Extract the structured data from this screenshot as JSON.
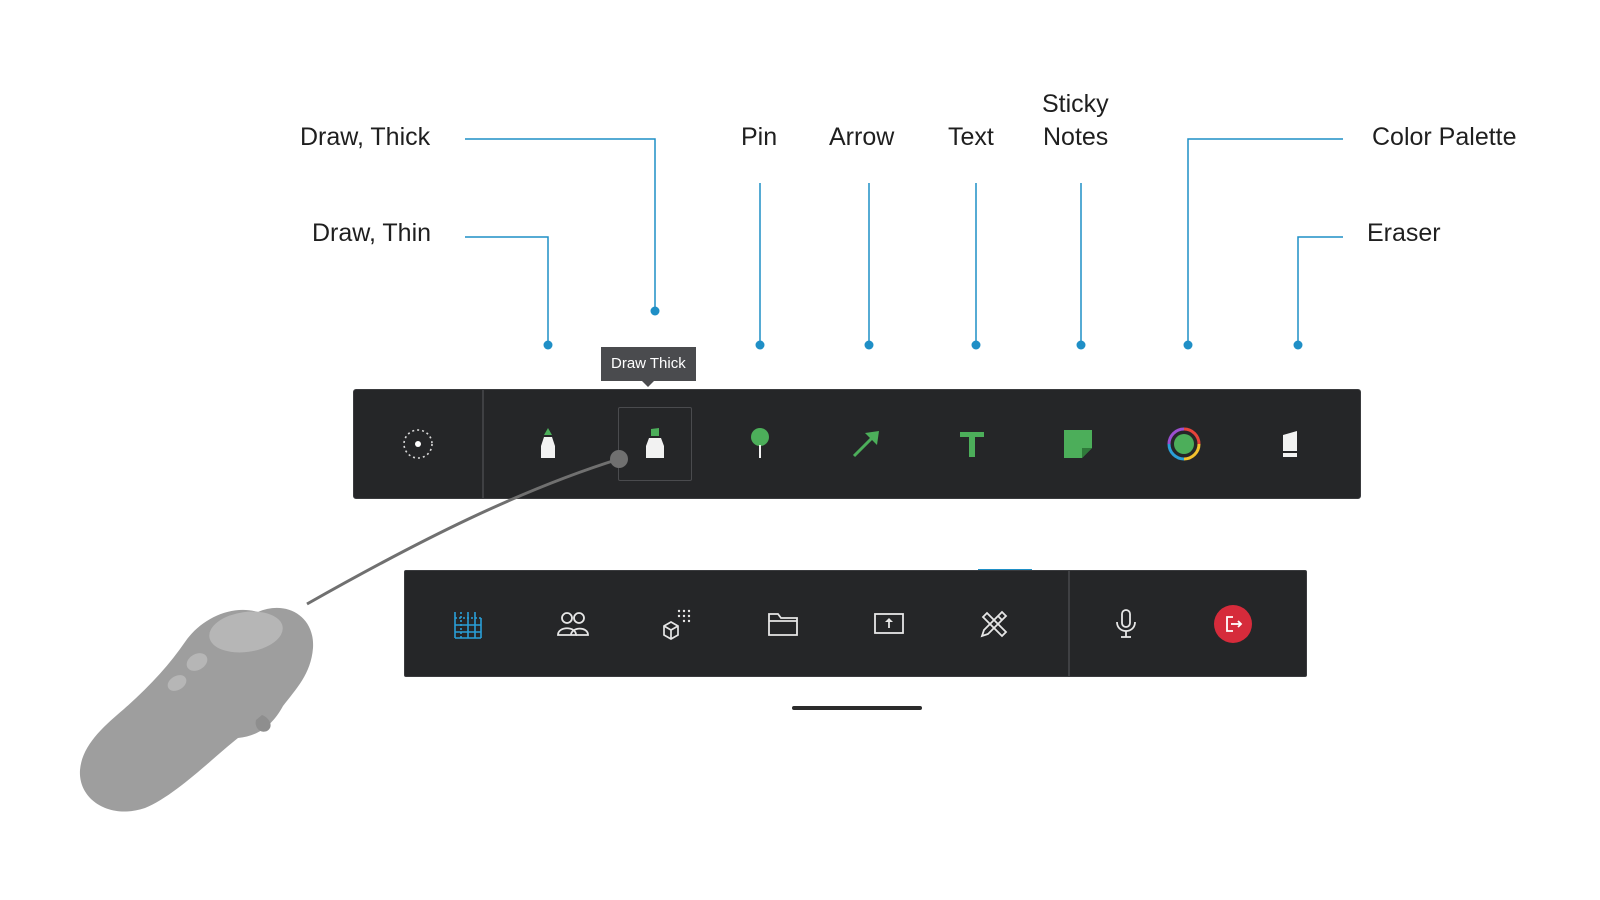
{
  "callouts": {
    "draw_thick": "Draw, Thick",
    "draw_thin": "Draw, Thin",
    "pin": "Pin",
    "arrow": "Arrow",
    "text": "Text",
    "sticky_notes_line1": "Sticky",
    "sticky_notes_line2": "Notes",
    "color_palette": "Color Palette",
    "eraser": "Eraser"
  },
  "tooltip": {
    "label": "Draw Thick"
  },
  "annotation_toolbar": {
    "tools": [
      {
        "name": "pointer",
        "icon": "dotted-circle-icon"
      },
      {
        "name": "draw-thin",
        "icon": "marker-thin-icon"
      },
      {
        "name": "draw-thick",
        "icon": "marker-thick-icon",
        "selected": true
      },
      {
        "name": "pin",
        "icon": "pin-icon"
      },
      {
        "name": "arrow",
        "icon": "arrow-icon"
      },
      {
        "name": "text",
        "icon": "text-t-icon"
      },
      {
        "name": "sticky-notes",
        "icon": "sticky-note-icon"
      },
      {
        "name": "color-palette",
        "icon": "color-ring-icon"
      },
      {
        "name": "eraser",
        "icon": "eraser-icon"
      }
    ]
  },
  "main_toolbar": {
    "tools": [
      {
        "name": "grid",
        "icon": "grid-icon",
        "active_color": true
      },
      {
        "name": "people",
        "icon": "people-icon"
      },
      {
        "name": "3d-object",
        "icon": "cube-icon"
      },
      {
        "name": "files",
        "icon": "folder-icon"
      },
      {
        "name": "share-screen",
        "icon": "share-screen-icon"
      },
      {
        "name": "tools",
        "icon": "pencil-ruler-icon",
        "active": true
      },
      {
        "name": "microphone",
        "icon": "microphone-icon"
      },
      {
        "name": "leave",
        "icon": "exit-icon"
      }
    ]
  },
  "colors": {
    "toolbar_bg": "#252628",
    "accent_green": "#4cae5a",
    "leader_blue": "#1f8fc6",
    "leave_red": "#d62b3b",
    "grid_blue": "#2a9fd8",
    "controller_gray": "#9e9e9e"
  }
}
